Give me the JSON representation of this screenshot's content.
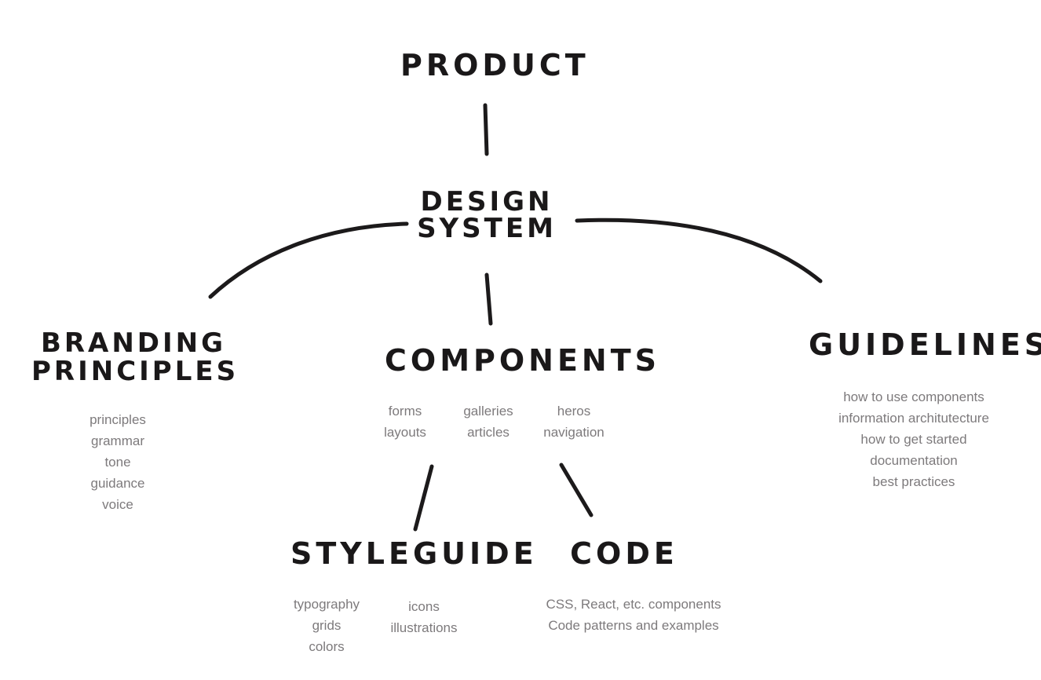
{
  "product": {
    "title": "PRODUCT"
  },
  "design_system": {
    "title": "DESIGN\nSYSTEM"
  },
  "branding": {
    "title": "BRANDING\nPRINCIPLES",
    "items": [
      "principles",
      "grammar",
      "tone",
      "guidance",
      "voice"
    ]
  },
  "components": {
    "title": "COMPONENTS",
    "columns": [
      [
        "forms",
        "layouts"
      ],
      [
        "galleries",
        "articles"
      ],
      [
        "heros",
        "navigation"
      ]
    ]
  },
  "guidelines": {
    "title": "GUIDELINES",
    "items": [
      "how to use components",
      "information architutecture",
      "how to get started",
      "documentation",
      "best practices"
    ]
  },
  "styleguide": {
    "title": "STYLEGUIDE",
    "columns": [
      [
        "typography",
        "grids",
        "colors"
      ],
      [
        "icons",
        "illustrations"
      ]
    ]
  },
  "code": {
    "title": "CODE",
    "items": [
      "CSS, React, etc. components",
      "Code patterns and examples"
    ]
  },
  "colors": {
    "ink": "#1c1a1b",
    "muted_text": "#7d7a7c",
    "background": "#ffffff"
  }
}
